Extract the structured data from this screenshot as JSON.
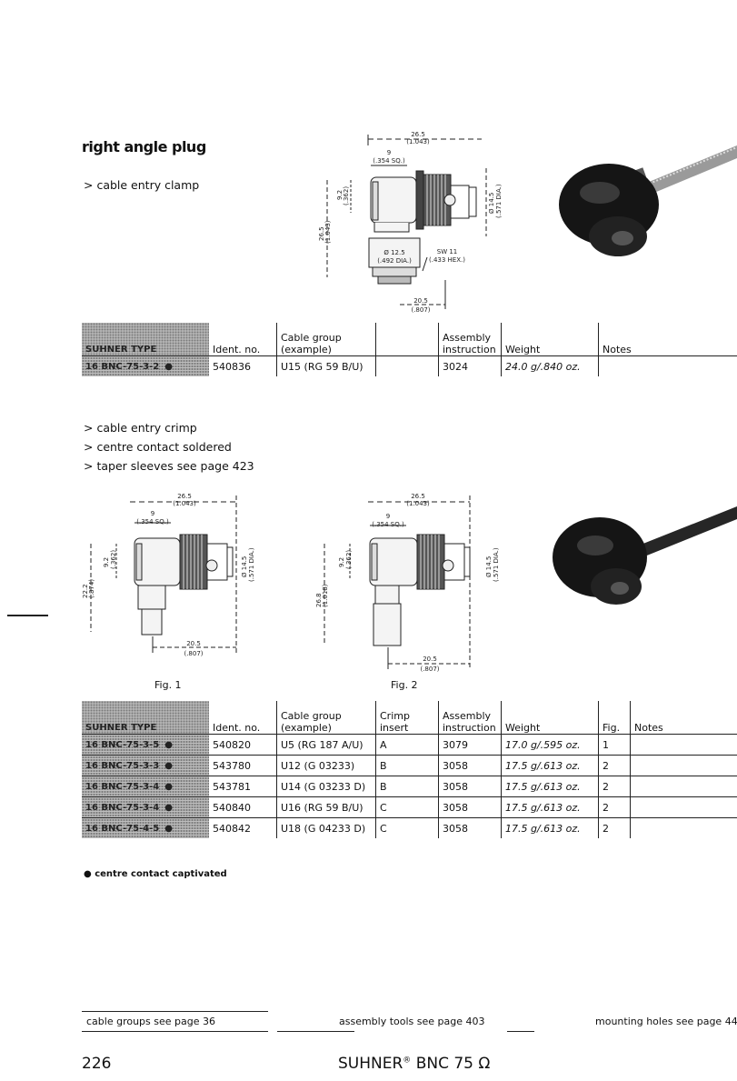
{
  "section1": {
    "title": "right angle plug",
    "bullets": [
      "cable entry clamp"
    ],
    "drawing_dims": [
      "26.5",
      "(1.043)",
      "9",
      "(.354 SQ.)",
      "9.2",
      "(.362)",
      "Ø 14.5",
      "(.571 DIA.)",
      "26.5",
      "(1.043)",
      "Ø 12.5",
      "(.492 DIA.)",
      "SW 11",
      "(.433 HEX.)",
      "20.5",
      "(.807)"
    ],
    "table": {
      "headers": [
        "SUHNER TYPE",
        "Ident. no.",
        "Cable group (example)",
        "",
        "Assembly instruction",
        "Weight",
        "Notes"
      ],
      "rows": [
        {
          "type": "16 BNC-75-3-2",
          "dot": "●",
          "ident": "540836",
          "cable": "U15  (RG 59 B/U)",
          "extra": "",
          "assembly": "3024",
          "weight": "24.0 g/.840 oz.",
          "notes": ""
        }
      ]
    }
  },
  "section2": {
    "bullets": [
      "cable entry crimp",
      "centre contact soldered",
      "taper sleeves see page 423"
    ],
    "fig1_dims": [
      "26.5",
      "(1.043)",
      "9",
      "(.354 SQ.)",
      "9.2",
      "(.362)",
      "Ø 14.5",
      "(.571 DIA.)",
      "22.2",
      "(.874)",
      "20.5",
      "(.807)"
    ],
    "fig2_dims": [
      "26.5",
      "(1.043)",
      "9",
      "(.354 SQ.)",
      "9.2",
      "(.362)",
      "Ø 14.5",
      "(.571 DIA.)",
      "26.8",
      "(1.018)",
      "20.5",
      "(.807)"
    ],
    "fig_captions": [
      "Fig. 1",
      "Fig. 2"
    ],
    "table": {
      "headers": [
        "SUHNER TYPE",
        "Ident. no.",
        "Cable group (example)",
        "Crimp insert",
        "Assembly instruction",
        "Weight",
        "Fig.",
        "Notes"
      ],
      "rows": [
        {
          "type": "16 BNC-75-3-5",
          "dot": "●",
          "ident": "540820",
          "cable": "U5  (RG 187 A/U)",
          "crimp": "A",
          "assembly": "3079",
          "weight": "17.0 g/.595 oz.",
          "fig": "1",
          "notes": ""
        },
        {
          "type": "16 BNC-75-3-3",
          "dot": "●",
          "ident": "543780",
          "cable": "U12      (G 03233)",
          "crimp": "B",
          "assembly": "3058",
          "weight": "17.5 g/.613 oz.",
          "fig": "2",
          "notes": ""
        },
        {
          "type": "16 BNC-75-3-4",
          "dot": "●",
          "ident": "543781",
          "cable": "U14  (G 03233 D)",
          "crimp": "B",
          "assembly": "3058",
          "weight": "17.5 g/.613 oz.",
          "fig": "2",
          "notes": ""
        },
        {
          "type": "16 BNC-75-3-4",
          "dot": "●",
          "ident": "540840",
          "cable": "U16  (RG 59 B/U)",
          "crimp": "C",
          "assembly": "3058",
          "weight": "17.5 g/.613 oz.",
          "fig": "2",
          "notes": ""
        },
        {
          "type": "16 BNC-75-4-5",
          "dot": "●",
          "ident": "540842",
          "cable": "U18  (G 04233 D)",
          "crimp": "C",
          "assembly": "3058",
          "weight": "17.5 g/.613 oz.",
          "fig": "2",
          "notes": ""
        }
      ]
    }
  },
  "note": "● centre contact captivated",
  "footer": {
    "links": [
      "cable groups see page 36",
      "assembly tools see page 403",
      "mounting holes see page 44"
    ],
    "page_number": "226",
    "brand": "SUHNER",
    "brand_mark": "®",
    "brand_suffix": " BNC 75 Ω"
  }
}
